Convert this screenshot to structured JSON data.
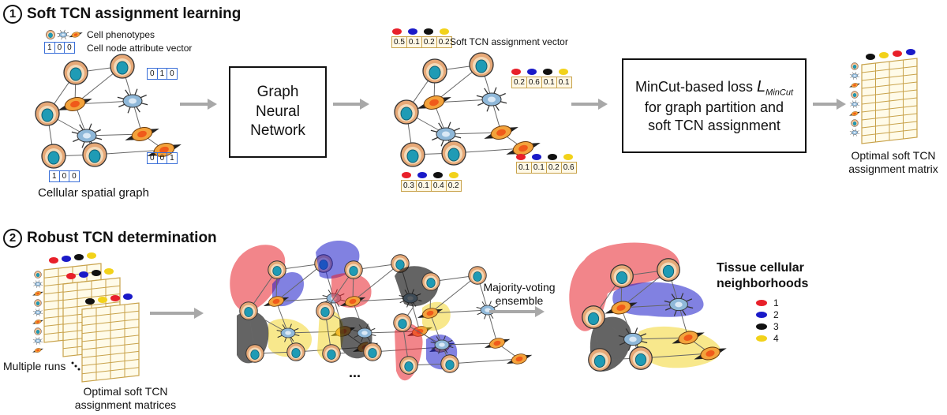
{
  "section1": {
    "number": "1",
    "title": "Soft TCN assignment learning"
  },
  "section2": {
    "number": "2",
    "title": "Robust TCN determination"
  },
  "legend_top": {
    "phenotypes": "Cell phenotypes",
    "node_vector": "Cell node attribute vector",
    "node_vector_values": [
      "1",
      "0",
      "0"
    ]
  },
  "graph1": {
    "caption": "Cellular spatial graph",
    "vectors": {
      "a": [
        "0",
        "1",
        "0"
      ],
      "b": [
        "0",
        "0",
        "1"
      ],
      "c": [
        "1",
        "0",
        "0"
      ]
    }
  },
  "gnn_box": {
    "lines": [
      "Graph",
      "Neural",
      "Network"
    ]
  },
  "graph2": {
    "label": "Soft TCN assignment vector",
    "vectors": {
      "legend": [
        "0.5",
        "0.1",
        "0.2",
        "0.2"
      ],
      "a": [
        "0.2",
        "0.6",
        "0.1",
        "0.1"
      ],
      "b": [
        "0.1",
        "0.1",
        "0.2",
        "0.6"
      ],
      "c": [
        "0.3",
        "0.1",
        "0.4",
        "0.2"
      ]
    }
  },
  "mincut_box": {
    "line1": "MinCut-based loss ",
    "symbol": "L",
    "subscript": "MinCut",
    "line2": "for graph partition and",
    "line3": "soft TCN assignment"
  },
  "matrix1": {
    "caption_line1": "Optimal soft TCN",
    "caption_line2": "assignment matrix"
  },
  "runs": {
    "multiple_runs": "Multiple runs",
    "caption_line1": "Optimal soft TCN",
    "caption_line2": "assignment matrices"
  },
  "ellipsis": "...",
  "voting": {
    "line1": "Majority-voting",
    "line2": "ensemble"
  },
  "tcn_legend": {
    "title_line1": "Tissue cellular",
    "title_line2": "neighborhoods",
    "items": [
      {
        "label": "1",
        "color": "#e8202a"
      },
      {
        "label": "2",
        "color": "#1a1ac8"
      },
      {
        "label": "3",
        "color": "#111111"
      },
      {
        "label": "4",
        "color": "#f2d21a"
      }
    ]
  },
  "colors": {
    "tcn1": "#e8202a",
    "tcn2": "#1a1ac8",
    "tcn3": "#111111",
    "tcn4": "#f2d21a",
    "tumor_fill": "#e6a877",
    "tumor_nucleus": "#1f9bb5",
    "fibro_fill": "#f3a23b",
    "immune_fill": "#8fb8d9",
    "arrow": "#a8a8a8",
    "vector_blue": "#3a6fd8",
    "matrix_line": "#c8a24a"
  }
}
